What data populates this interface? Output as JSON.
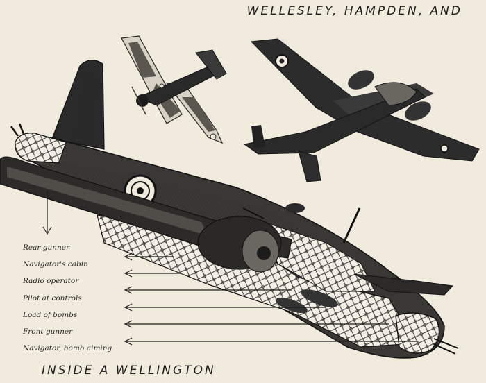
{
  "headline": "WELLESLEY, HAMPDEN, AND",
  "caption": "INSIDE A WELLINGTON",
  "labels": [
    "Rear gunner",
    "Navigator's cabin",
    "Radio operator",
    "Pilot at controls",
    "Load of bombs",
    "Front gunner",
    "Navigator, bomb aiming"
  ],
  "colors": {
    "paper": "#f1ebdd",
    "ink": "#1c1c1c",
    "camo_light": "#d8d2c4",
    "camo_dark": "#5a5650"
  }
}
